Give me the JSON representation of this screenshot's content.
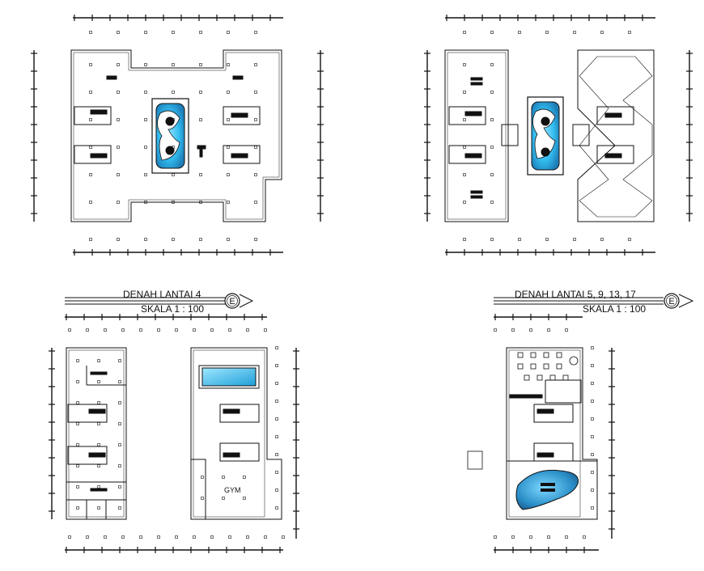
{
  "title_blocks": [
    {
      "title": "DENAH LANTAI 4",
      "scale": "SKALA 1 : 100",
      "marker": "E"
    },
    {
      "title": "DENAH LANTAI 5, 9, 13, 17",
      "scale": "SKALA 1 : 100",
      "marker": "E"
    }
  ],
  "rooms": {
    "gym": "GYM"
  },
  "colors": {
    "line": "#111111",
    "pool_light": "#8fe3ff",
    "pool_mid": "#33bdf0",
    "pool_dark": "#1e7fb8",
    "pool_deep": "#2a6f9e"
  }
}
